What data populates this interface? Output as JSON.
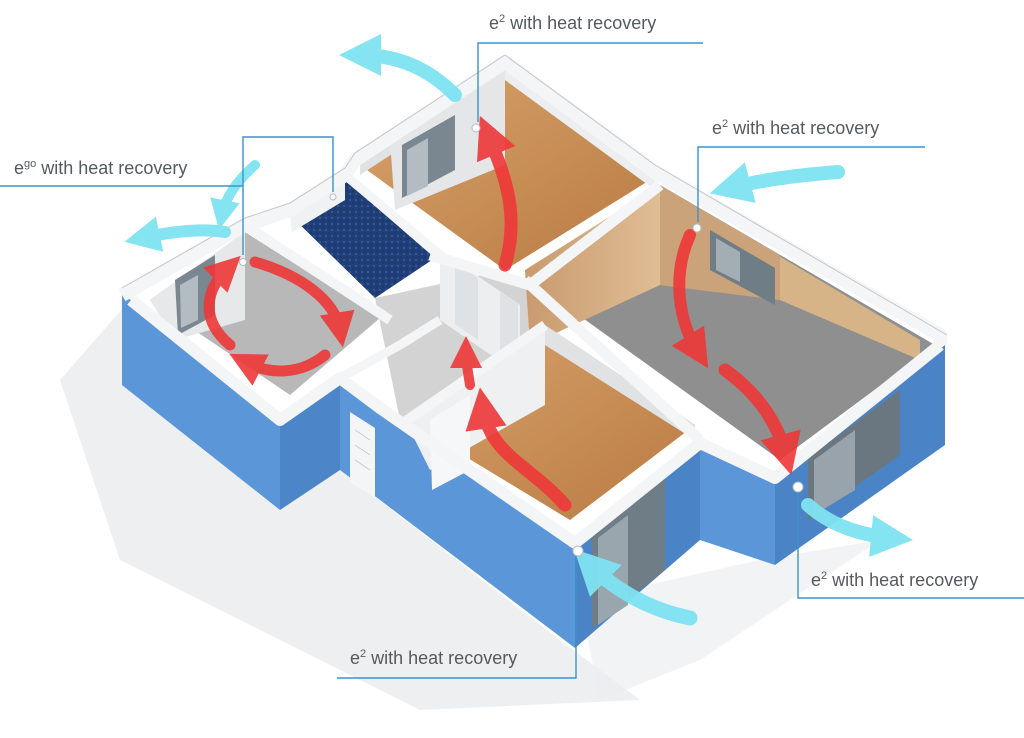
{
  "labels": {
    "top": {
      "symbol": "e",
      "sup": "2",
      "text": " with heat recovery"
    },
    "right_upper": {
      "symbol": "e",
      "sup": "2",
      "text": " with heat recovery"
    },
    "left_upper": {
      "symbol": "e",
      "sup": "go",
      "text": " with heat recovery"
    },
    "right_lower": {
      "symbol": "e",
      "sup": "2",
      "text": " with heat recovery"
    },
    "bottom": {
      "symbol": "e",
      "sup": "2",
      "text": " with heat recovery"
    }
  },
  "colors": {
    "exterior_wall": "#5b97d8",
    "wall_top": "#f4f5f6",
    "interior_wall": "#e4e6e8",
    "wood_floor": "#c98e55",
    "carpet_floor": "#8d8d8d",
    "tile_floor": "#b8b8b8",
    "bath_tile": "#1f3f7a",
    "warm_airflow": "#ef3838",
    "fresh_airflow": "#7fe3f2",
    "leader_line": "#3a93c9"
  }
}
